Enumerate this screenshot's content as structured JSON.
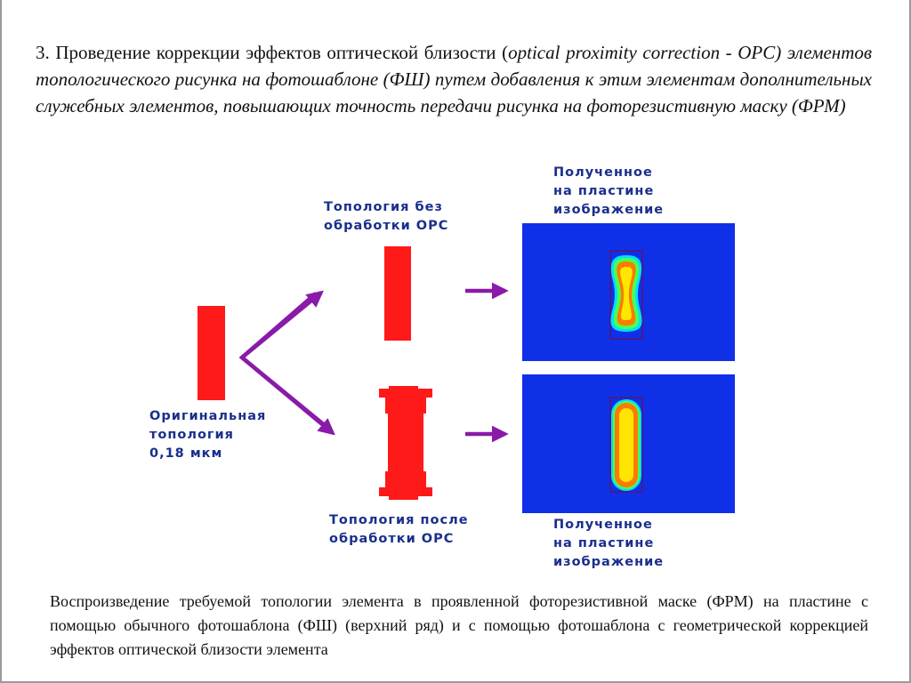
{
  "heading": {
    "lead": "3. Проведение коррекции эффектов оптической близости (",
    "body": "optical proximity correction - OPC) элементов топологического рисунка на фотошаблоне (ФШ) путем добавления к этим элементам дополнительных служебных элементов, повышающих точность передачи рисунка на фоторезистивную маску (ФРМ)"
  },
  "diagram": {
    "label_original": "Оригинальная\nтопология\n0,18 мкм",
    "label_no_opc": "Топология без\nобработки OPC",
    "label_with_opc": "Топология после\nобработки OPC",
    "label_result_top": "Полученное\nна пластине\nизображение",
    "label_result_bottom": "Полученное\nна пластине\nизображение",
    "colors": {
      "mask_red": "#ff1a1a",
      "arrow_purple": "#8a1aa8",
      "wafer_blue": "#1030e8",
      "label_blue": "#1a2f8c",
      "intensity_yellow": "#ffe600",
      "intensity_orange": "#ff7a00",
      "intensity_green": "#4cff4c",
      "intensity_cyan": "#00e0ff"
    }
  },
  "caption": "Воспроизведение требуемой топологии элемента в проявленной фоторезистивной маске (ФРМ) на пластине с помощью обычного фотошаблона (ФШ) (верхний ряд) и с помощью фотошаблона с геометрической коррекцией эффектов оптической близости элемента"
}
